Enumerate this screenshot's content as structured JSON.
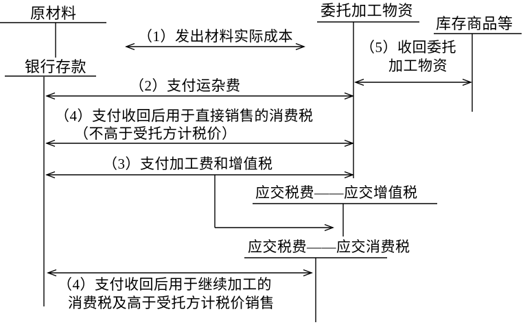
{
  "diagram": {
    "kind": "t-account-flow-diagram",
    "background_color": "#ffffff",
    "line_color": "#000000",
    "accounts": {
      "raw_materials": "原材料",
      "bank_deposit": "银行存款",
      "consigned_processing": "委托加工物资",
      "inventory_goods": "库存商品等",
      "tax_payable_vat": "应交税费——应交增值税",
      "tax_payable_consumption": "应交税费——应交消费税"
    },
    "flows": {
      "f1": "（1）发出材料实际成本",
      "f2": "（2）支付运杂费",
      "f3": "（3）支付加工费和增值税",
      "f4_direct_line1": "（4）支付收回后用于直接销售的消费税",
      "f4_direct_line2": "（不高于受托方计税价）",
      "f5_line1": "（5）收回委托",
      "f5_line2": "加工物资",
      "f4_continue_line1": "（4）支付收回后用于继续加工的",
      "f4_continue_line2": "消费税及高于受托方计税价销售"
    }
  }
}
